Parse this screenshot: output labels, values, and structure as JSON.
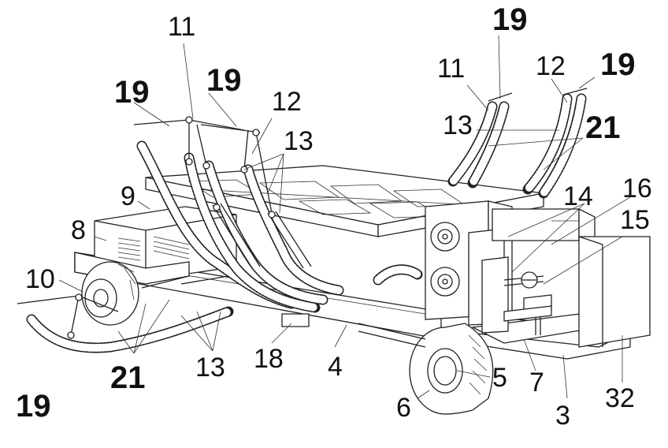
{
  "figure": {
    "description_free": true,
    "labels": {
      "l_19_top_left": "19",
      "l_11_top_left": "11",
      "l_19_top_mid": "19",
      "l_12_top_mid": "12",
      "l_13_mid": "13",
      "l_9": "9",
      "l_8": "8",
      "l_10": "10",
      "l_21_bottom": "21",
      "l_13_bottom": "13",
      "l_18": "18",
      "l_4": "4",
      "l_19_bottom_left": "19",
      "l_6": "6",
      "l_5": "5",
      "l_7": "7",
      "l_3": "3",
      "l_32": "32",
      "l_15": "15",
      "l_16": "16",
      "l_14": "14",
      "l_19_top_right_a": "19",
      "l_11_top_right": "11",
      "l_12_top_right": "12",
      "l_19_top_right_b": "19",
      "l_13_right": "13",
      "l_21_right": "21"
    }
  }
}
